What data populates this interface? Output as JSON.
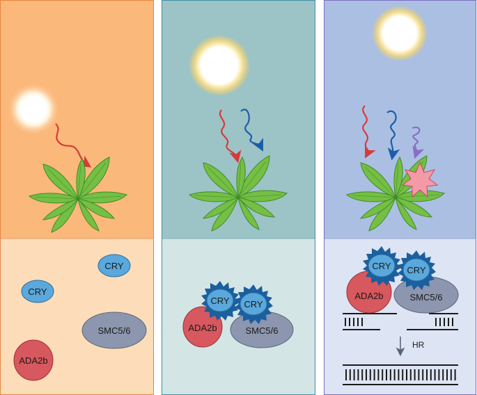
{
  "colors": {
    "panel1_top": "#fbb87b",
    "panel1_bottom": "#fdddb9",
    "panel1_border": "#e8853f",
    "panel2_top": "#9cc3c6",
    "panel2_bottom": "#d4e5e5",
    "panel2_border": "#3c8fa6",
    "panel3_top": "#abbfe3",
    "panel3_bottom": "#dde4f3",
    "panel3_border": "#7a6dbf",
    "red_light": "#d63b3b",
    "blue_light": "#1b5ea6",
    "uv_light": "#8a6dc4",
    "cry": "#5aa8dc",
    "cry_active_spikes": "#1b5f9e",
    "ada2b": "#d7585e",
    "smc": "#8c96ae",
    "leaf": "#74bf44",
    "damage_star": "#f29ba7"
  },
  "icons": [
    "sun-icon",
    "red-light-arrow-icon",
    "blue-light-arrow-icon",
    "uv-light-arrow-icon",
    "plant-icon",
    "dna-damage-star-icon",
    "dna-strand-icon",
    "down-arrow-icon"
  ],
  "panel1": {
    "labels": {
      "cry_a": "CRY",
      "cry_b": "CRY",
      "smc": "SMC5/6",
      "ada2b": "ADA2b"
    }
  },
  "panel2": {
    "labels": {
      "cry_a": "CRY",
      "cry_b": "CRY",
      "ada2b": "ADA2b",
      "smc": "SMC5/6"
    }
  },
  "panel3": {
    "labels": {
      "cry_a": "CRY",
      "cry_b": "CRY",
      "ada2b": "ADA2b",
      "smc": "SMC5/6",
      "hr": "HR"
    }
  }
}
